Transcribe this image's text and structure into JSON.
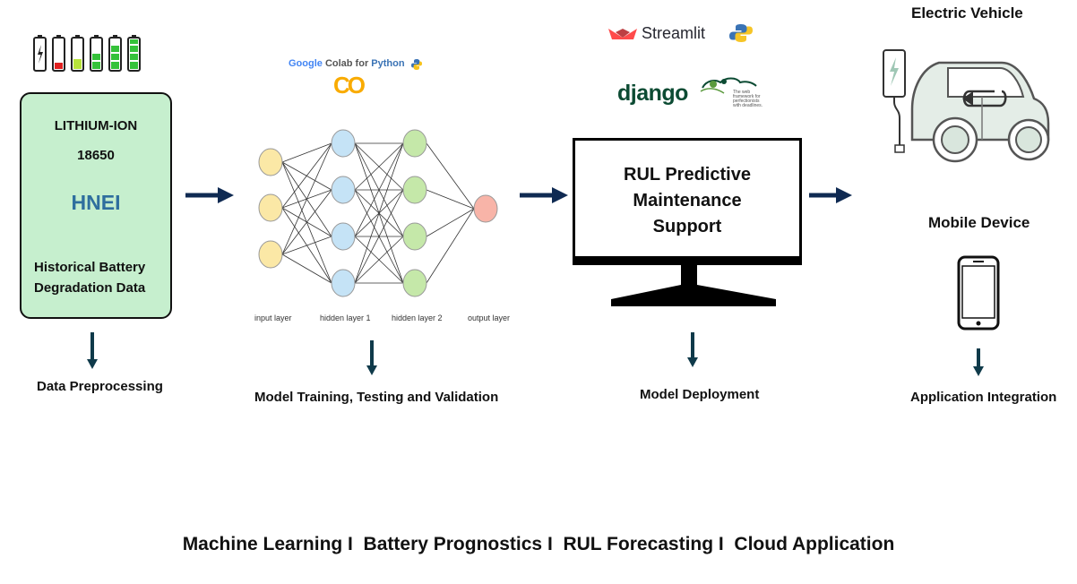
{
  "source": {
    "chemistry": "LITHIUM-ION",
    "cell": "18650",
    "dataset": "HNEI",
    "description_line1": "Historical Battery",
    "description_line2": "Degradation Data"
  },
  "steps": {
    "preprocessing": "Data Preprocessing",
    "training": "Model Training, Testing and Validation",
    "deployment": "Model Deployment",
    "integration": "Application Integration"
  },
  "colab": {
    "brand_google": "Google",
    "brand_colab": " Colab for ",
    "brand_python": "Python",
    "logo_text": "CO"
  },
  "network": {
    "layers": [
      "input layer",
      "hidden layer 1",
      "hidden layer 2",
      "output layer"
    ]
  },
  "tools": {
    "streamlit": "Streamlit",
    "django": "django",
    "django_tagline": "The web framework for perfectionists with deadlines."
  },
  "monitor": {
    "line1": "RUL Predictive",
    "line2": "Maintenance",
    "line3": "Support"
  },
  "targets": {
    "vehicle": "Electric Vehicle",
    "mobile": "Mobile Device"
  },
  "tagline": "Machine Learning I  Battery Prognostics I  RUL Forecasting I  Cloud Application",
  "colors": {
    "arrow": "#0f2a52",
    "box_fill": "#c6efce",
    "hnei": "#2e6e9e",
    "input_node": "#fbe8a6",
    "hidden1_node": "#c5e3f6",
    "hidden2_node": "#c5e8a9",
    "output_node": "#f8b4a8",
    "streamlit": "#ff4b4b",
    "django": "#0c4b33"
  }
}
